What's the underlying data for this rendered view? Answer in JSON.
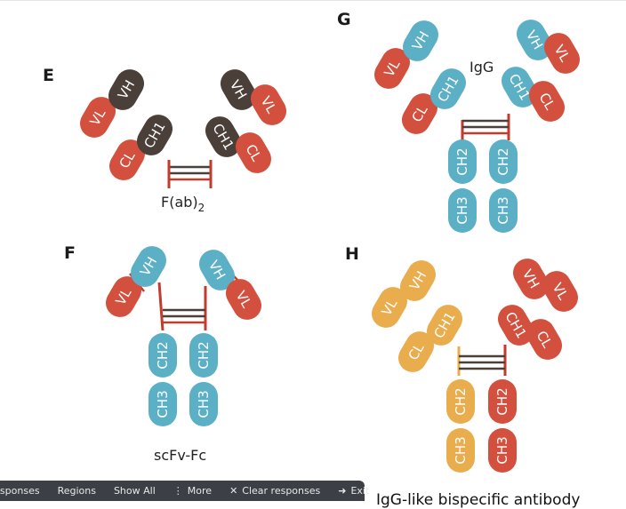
{
  "colors": {
    "red": "#d4503e",
    "teal": "#5bb0c6",
    "dark": "#4a3f39",
    "orange": "#e9ad4e",
    "hinge": "#c23b2c",
    "bond": "#4a3f39"
  },
  "panels": [
    {
      "letter": "E",
      "name": "F(ab)",
      "name_sub": "2",
      "domains": [
        {
          "label": "VL",
          "color": "red"
        },
        {
          "label": "CL",
          "color": "red"
        },
        {
          "label": "VH",
          "color": "dark"
        },
        {
          "label": "CH1",
          "color": "dark"
        },
        {
          "label": "VH",
          "color": "dark"
        },
        {
          "label": "CH1",
          "color": "dark"
        },
        {
          "label": "VL",
          "color": "red"
        },
        {
          "label": "CL",
          "color": "red"
        }
      ]
    },
    {
      "letter": "G",
      "name": "IgG",
      "domains": [
        {
          "label": "VL",
          "color": "red"
        },
        {
          "label": "CL",
          "color": "red"
        },
        {
          "label": "VH",
          "color": "teal"
        },
        {
          "label": "CH1",
          "color": "teal"
        },
        {
          "label": "VH",
          "color": "teal"
        },
        {
          "label": "CH1",
          "color": "teal"
        },
        {
          "label": "VL",
          "color": "red"
        },
        {
          "label": "CL",
          "color": "red"
        },
        {
          "label": "CH2",
          "color": "teal"
        },
        {
          "label": "CH3",
          "color": "teal"
        },
        {
          "label": "CH2",
          "color": "teal"
        },
        {
          "label": "CH3",
          "color": "teal"
        }
      ]
    },
    {
      "letter": "F",
      "name": "scFv-Fc",
      "domains": [
        {
          "label": "VL",
          "color": "red"
        },
        {
          "label": "VH",
          "color": "teal"
        },
        {
          "label": "VH",
          "color": "teal"
        },
        {
          "label": "VL",
          "color": "red"
        },
        {
          "label": "CH2",
          "color": "teal"
        },
        {
          "label": "CH3",
          "color": "teal"
        },
        {
          "label": "CH2",
          "color": "teal"
        },
        {
          "label": "CH3",
          "color": "teal"
        }
      ]
    },
    {
      "letter": "H",
      "name": "IgG-like bispecific antibody",
      "domains": [
        {
          "label": "VL",
          "color": "orange"
        },
        {
          "label": "CL",
          "color": "orange"
        },
        {
          "label": "VH",
          "color": "orange"
        },
        {
          "label": "CH1",
          "color": "orange"
        },
        {
          "label": "VH",
          "color": "red"
        },
        {
          "label": "CH1",
          "color": "red"
        },
        {
          "label": "VL",
          "color": "red"
        },
        {
          "label": "CL",
          "color": "red"
        },
        {
          "label": "CH2",
          "color": "orange"
        },
        {
          "label": "CH3",
          "color": "orange"
        },
        {
          "label": "CH2",
          "color": "red"
        },
        {
          "label": "CH3",
          "color": "red"
        }
      ]
    }
  ],
  "toolbar": {
    "responses": "Responses",
    "regions": "Regions",
    "show_all": "Show All",
    "more": "More",
    "clear": "Clear responses",
    "exit": "Exit"
  }
}
